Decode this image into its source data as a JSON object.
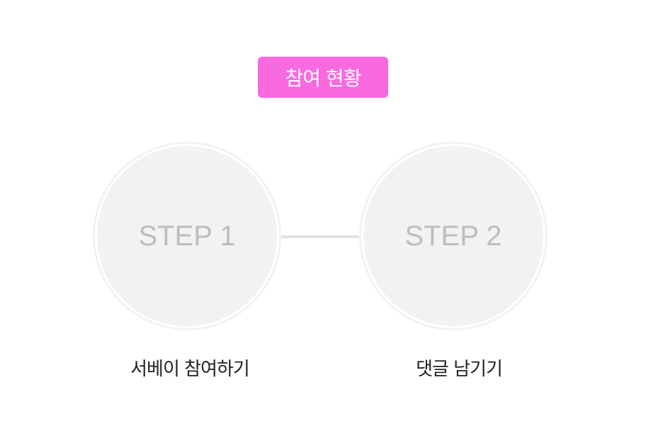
{
  "badge": {
    "label": "참여 현황",
    "color": "#f96ae0"
  },
  "steps": [
    {
      "title": "STEP 1",
      "label": "서베이 참여하기"
    },
    {
      "title": "STEP 2",
      "label": "댓글 남기기"
    }
  ]
}
